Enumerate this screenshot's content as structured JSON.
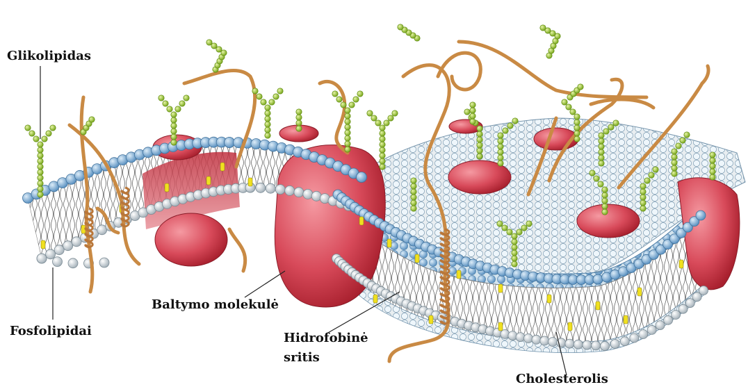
{
  "labels": {
    "glycolipid": "Glikolipidas",
    "phospholipids": "Fosfolipidai",
    "protein": "Baltymo molekulė",
    "hydrophobic_line1": "Hidrofobinė",
    "hydrophobic_line2": "sritis",
    "cholesterol": "Cholesterolis"
  },
  "colors": {
    "outer_head": "#7fb1d8",
    "inner_head": "#e8eef2",
    "protein": "#d84a5a",
    "protein_dark": "#b22838",
    "chain": "#d69a55",
    "sugar": "#a6cf3c",
    "cholesterol": "#f0e020",
    "tail": "#555555",
    "leader_line": "#222222"
  },
  "icons": [
    "phospholipid-bilayer",
    "membrane-protein",
    "glycolipid-sugar-chain",
    "cholesterol-molecule",
    "alpha-helix"
  ]
}
